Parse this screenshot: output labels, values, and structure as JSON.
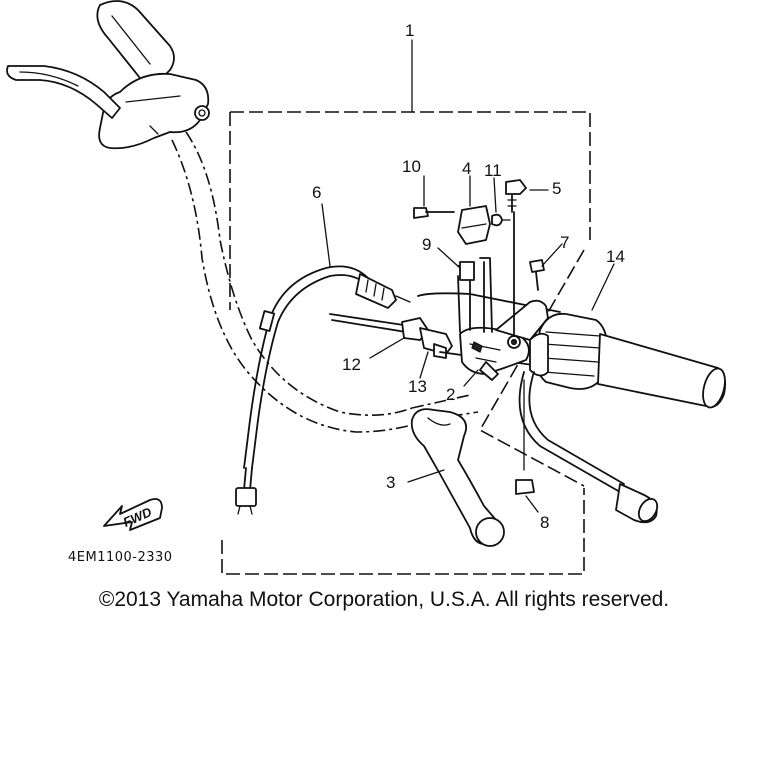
{
  "callouts": {
    "c1": "1",
    "c2": "2",
    "c3": "3",
    "c4": "4",
    "c5": "5",
    "c6": "6",
    "c7": "7",
    "c8": "8",
    "c9": "9",
    "c10": "10",
    "c11": "11",
    "c12": "12",
    "c13": "13",
    "c14": "14"
  },
  "part_number": "4EM1100-2330",
  "direction_label": "FWD",
  "copyright": "©2013 Yamaha Motor Corporation, U.S.A. All rights reserved."
}
